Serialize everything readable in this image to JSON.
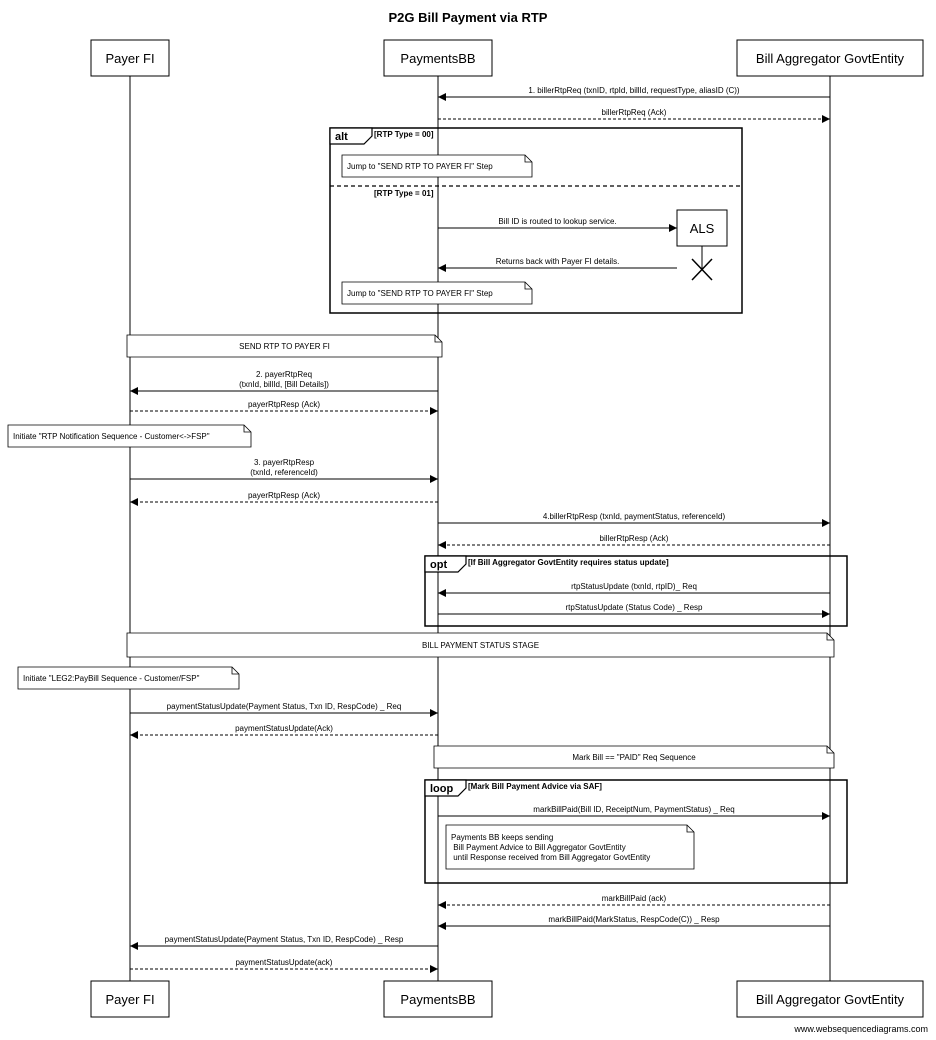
{
  "title": "P2G Bill Payment via RTP",
  "watermark": "www.websequencediagrams.com",
  "participants": [
    {
      "id": "payer",
      "label": "Payer FI"
    },
    {
      "id": "bb",
      "label": "PaymentsBB"
    },
    {
      "id": "gov",
      "label": "Bill Aggregator GovtEntity"
    }
  ],
  "messages": [
    {
      "from": "gov",
      "to": "bb",
      "style": "solid",
      "lines": [
        "1. billerRtpReq (txnID, rtpId, billId,  requestType, aliasID (C))"
      ]
    },
    {
      "from": "bb",
      "to": "gov",
      "style": "dashed",
      "lines": [
        "billerRtpReq (Ack)"
      ]
    },
    {
      "from": "bb",
      "to": "als",
      "style": "solid",
      "lines": [
        "Bill ID is routed to lookup service."
      ]
    },
    {
      "from": "als",
      "to": "bb",
      "style": "solid",
      "lines": [
        "Returns back with Payer FI details."
      ]
    },
    {
      "from": "bb",
      "to": "payer",
      "style": "solid",
      "lines": [
        "2. payerRtpReq",
        "(txnId, billId, [Bill Details])"
      ]
    },
    {
      "from": "payer",
      "to": "bb",
      "style": "dashed",
      "lines": [
        "payerRtpResp (Ack)"
      ]
    },
    {
      "from": "payer",
      "to": "bb",
      "style": "solid",
      "lines": [
        "3. payerRtpResp",
        "(txnId, referenceId)"
      ]
    },
    {
      "from": "bb",
      "to": "payer",
      "style": "dashed",
      "lines": [
        "payerRtpResp (Ack)"
      ]
    },
    {
      "from": "bb",
      "to": "gov",
      "style": "solid",
      "lines": [
        "4.billerRtpResp (txnId, paymentStatus, referenceId)"
      ]
    },
    {
      "from": "gov",
      "to": "bb",
      "style": "dashed",
      "lines": [
        "billerRtpResp (Ack)"
      ]
    },
    {
      "from": "gov",
      "to": "bb",
      "style": "solid",
      "lines": [
        "rtpStatusUpdate (txnId, rtpID)_ Req"
      ]
    },
    {
      "from": "bb",
      "to": "gov",
      "style": "solid",
      "lines": [
        "rtpStatusUpdate (Status Code) _ Resp"
      ]
    },
    {
      "from": "payer",
      "to": "bb",
      "style": "solid",
      "lines": [
        "paymentStatusUpdate(Payment Status, Txn ID, RespCode) _ Req"
      ]
    },
    {
      "from": "bb",
      "to": "payer",
      "style": "dashed",
      "lines": [
        "paymentStatusUpdate(Ack)"
      ]
    },
    {
      "from": "bb",
      "to": "gov",
      "style": "solid",
      "lines": [
        "markBillPaid(Bill ID, ReceiptNum, PaymentStatus) _ Req"
      ]
    },
    {
      "from": "gov",
      "to": "bb",
      "style": "dashed",
      "lines": [
        "markBillPaid (ack)"
      ]
    },
    {
      "from": "gov",
      "to": "bb",
      "style": "solid",
      "lines": [
        "markBillPaid(MarkStatus, RespCode(C)) _ Resp"
      ]
    },
    {
      "from": "bb",
      "to": "payer",
      "style": "solid",
      "lines": [
        "paymentStatusUpdate(Payment Status, Txn ID, RespCode) _ Resp"
      ]
    },
    {
      "from": "payer",
      "to": "bb",
      "style": "dashed",
      "lines": [
        "paymentStatusUpdate(ack)"
      ]
    }
  ],
  "notes": [
    {
      "lines": [
        "Jump to \"SEND RTP TO PAYER FI\" Step"
      ],
      "align": "left"
    },
    {
      "lines": [
        "Jump to \"SEND RTP TO PAYER FI\" Step"
      ],
      "align": "left"
    },
    {
      "lines": [
        "SEND RTP TO PAYER FI"
      ],
      "align": "center"
    },
    {
      "lines": [
        "Initiate \"RTP Notification Sequence - Customer<->FSP\""
      ],
      "align": "left"
    },
    {
      "lines": [
        "BILL PAYMENT STATUS STAGE"
      ],
      "align": "center"
    },
    {
      "lines": [
        "Initiate \"LEG2:PayBill Sequence - Customer/FSP\""
      ],
      "align": "left"
    },
    {
      "lines": [
        "Mark Bill == \"PAID\" Req Sequence"
      ],
      "align": "center"
    },
    {
      "lines": [
        "Payments BB keeps sending",
        " Bill Payment Advice to Bill Aggregator GovtEntity",
        " until Response received from Bill Aggregator GovtEntity"
      ],
      "align": "left"
    }
  ],
  "frames": [
    {
      "kind": "alt",
      "guards": [
        "[RTP Type = 00]",
        "[RTP Type = 01]"
      ]
    },
    {
      "kind": "opt",
      "guards": [
        "[If Bill Aggregator GovtEntity requires status update]"
      ]
    },
    {
      "kind": "loop",
      "guards": [
        "[Mark Bill Payment Advice via SAF]"
      ]
    }
  ],
  "als": {
    "label": "ALS"
  }
}
